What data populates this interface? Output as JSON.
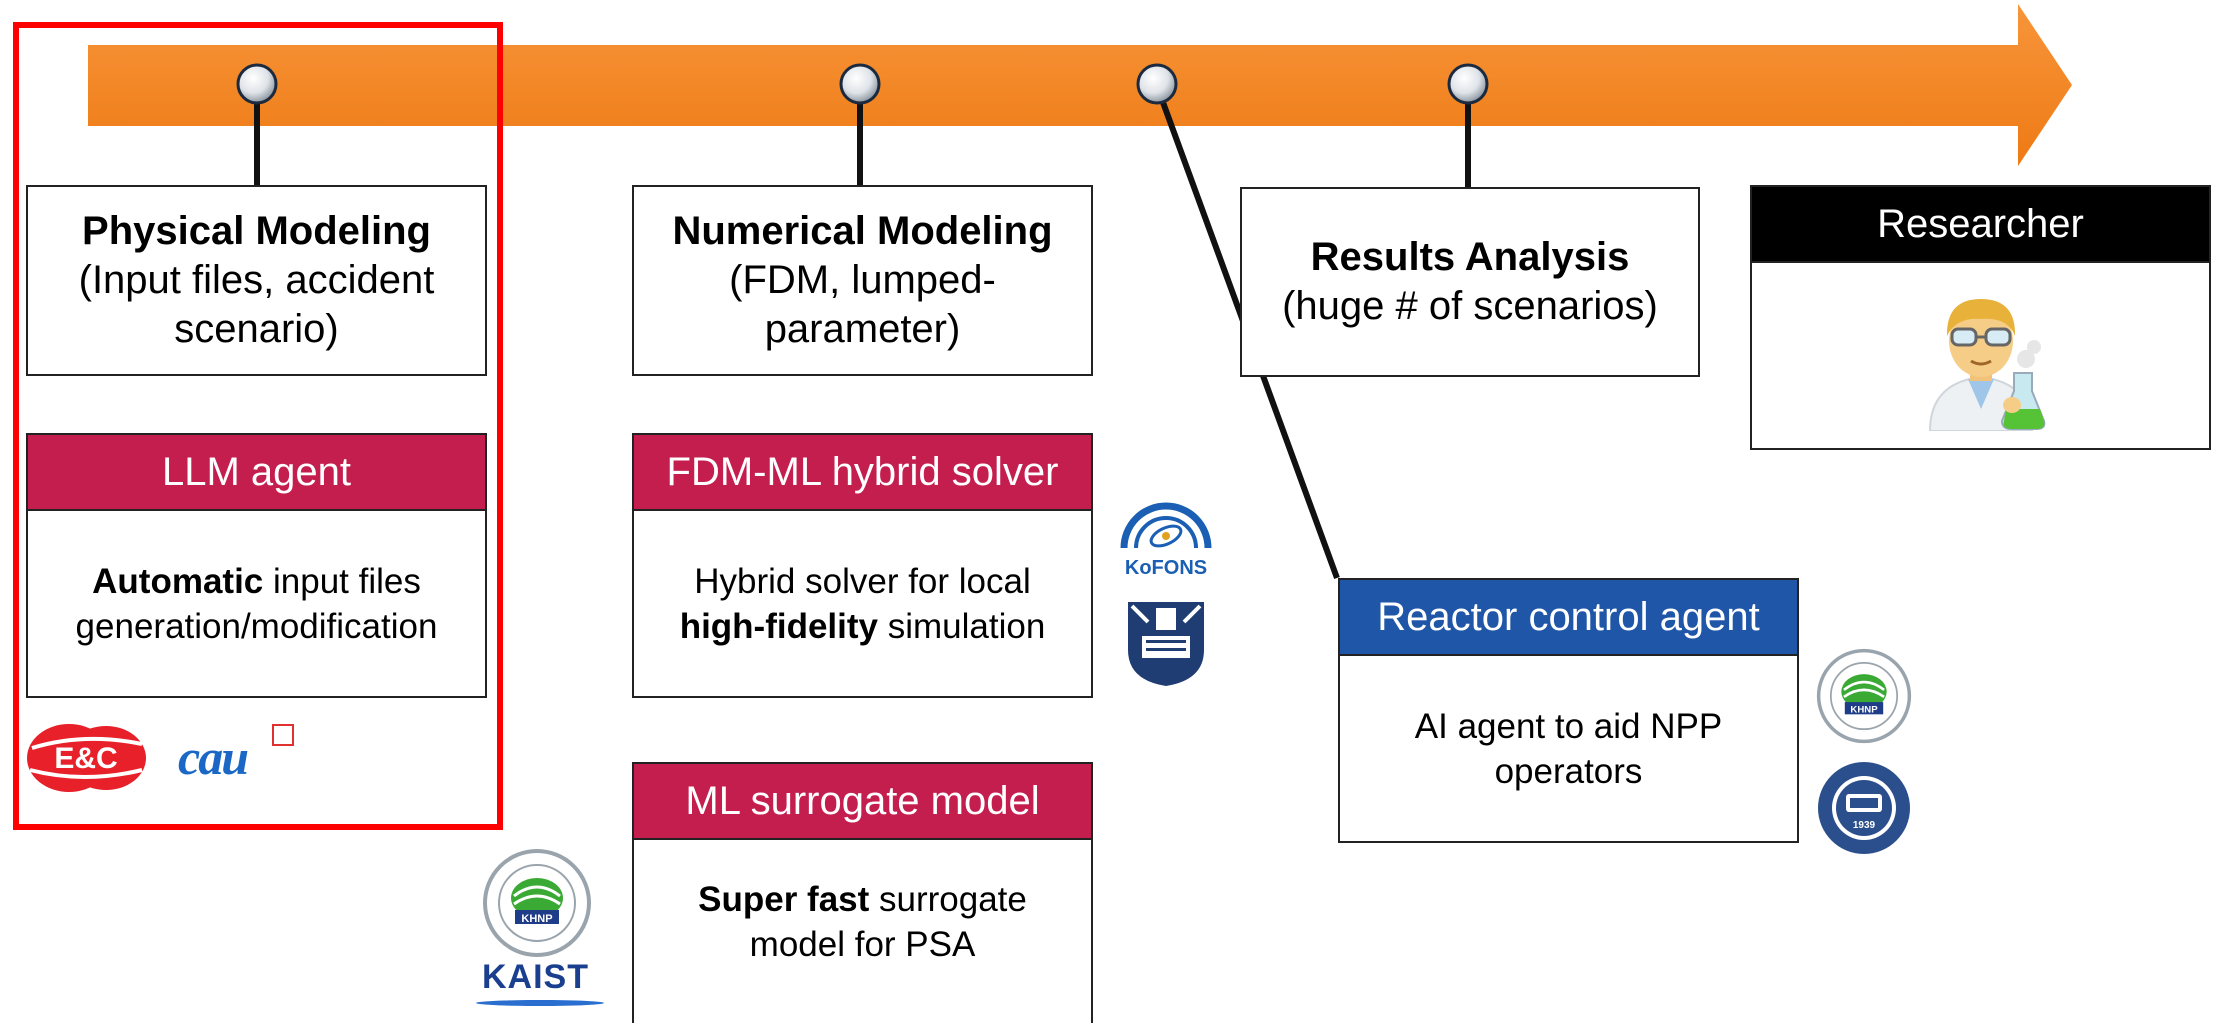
{
  "stages": {
    "physical": {
      "title": "Physical Modeling",
      "sub1": "(Input files, accident",
      "sub2": "scenario)"
    },
    "numerical": {
      "title": "Numerical Modeling",
      "sub1": "(FDM, lumped-",
      "sub2": "parameter)"
    },
    "results": {
      "title": "Results Analysis",
      "sub1": "(huge # of scenarios)"
    }
  },
  "cards": {
    "llm": {
      "header": "LLM agent",
      "bold": "Automatic",
      "rest": " input files",
      "line2": "generation/modification"
    },
    "hybrid": {
      "header": "FDM-ML hybrid solver",
      "line1": "Hybrid solver for local",
      "bold": "high-fidelity",
      "rest": " simulation"
    },
    "surrogate": {
      "header": "ML surrogate model",
      "bold": "Super fast",
      "rest": " surrogate",
      "line2": "model for PSA"
    },
    "reactor": {
      "header": "Reactor control agent",
      "line1": "AI agent to aid NPP",
      "line2": "operators"
    },
    "researcher": {
      "header": "Researcher",
      "icon": "scientist-emoji-icon"
    }
  },
  "logos": {
    "kofons": "KoFONS",
    "khnp": "KHNP",
    "kaist": "KAIST",
    "cau": "CAU",
    "enc": "E&C",
    "hanyang_year": "1939"
  },
  "colors": {
    "arrow": "#f0801e",
    "crimson_header": "#c41e4f",
    "navy_header": "#1f56a7",
    "highlight_border": "#ff0000"
  }
}
